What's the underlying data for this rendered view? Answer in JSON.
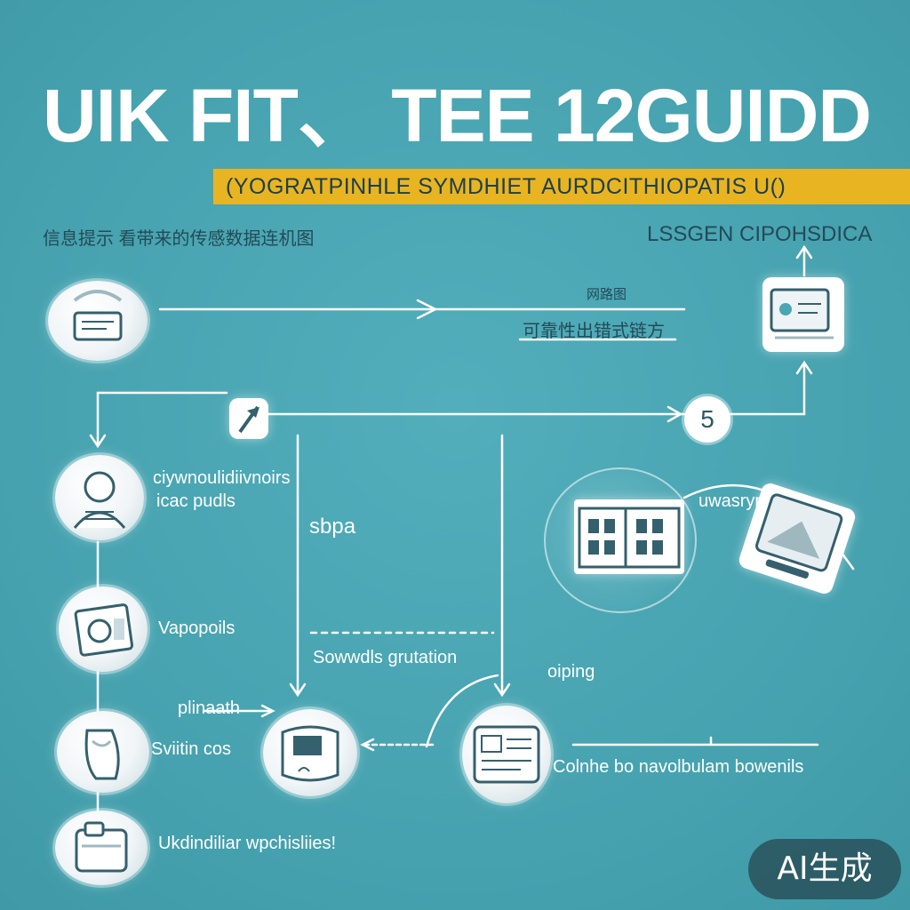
{
  "title": {
    "main": "UIK FIT、 TEE 12GUIDD"
  },
  "banner": {
    "text": "(YOGRATPINHLE SYMDHIET AURDCITHIOPATIS U()"
  },
  "labels": {
    "top_left": "信息提示 看带来的传感数据连机图",
    "top_right": "LSSGEN CIPOHSDICA",
    "mid_top_small": "网路图",
    "mid_top": "可靠性出错式链方",
    "left_1_a": "ciywnoulidiivnoirs",
    "left_1_b": "icac pudls",
    "center_1": "sbpa",
    "left_2": "Vapopoils",
    "center_2": "Sowwdls grutation",
    "right_top": "uwasrynla",
    "right_mid": "oiping",
    "left_3_a": "plinaath",
    "left_3_b": "Sviitin cos",
    "bottom_right": "Colnhe bo navolbulam bowenils",
    "bottom_left": "Ukdindiliar wpchisliies!"
  },
  "badge_number": "5",
  "ai_badge": "AI生成",
  "colors": {
    "background": "#4aa6b3",
    "banner": "#e8b422",
    "line": "#ffffff"
  },
  "icons": [
    "head-icon",
    "document-icon",
    "monitor-icon",
    "building-icon",
    "device-icon",
    "folder-icon",
    "cup-icon",
    "envelope-icon",
    "scroll-icon",
    "jar-icon",
    "bag-icon"
  ]
}
